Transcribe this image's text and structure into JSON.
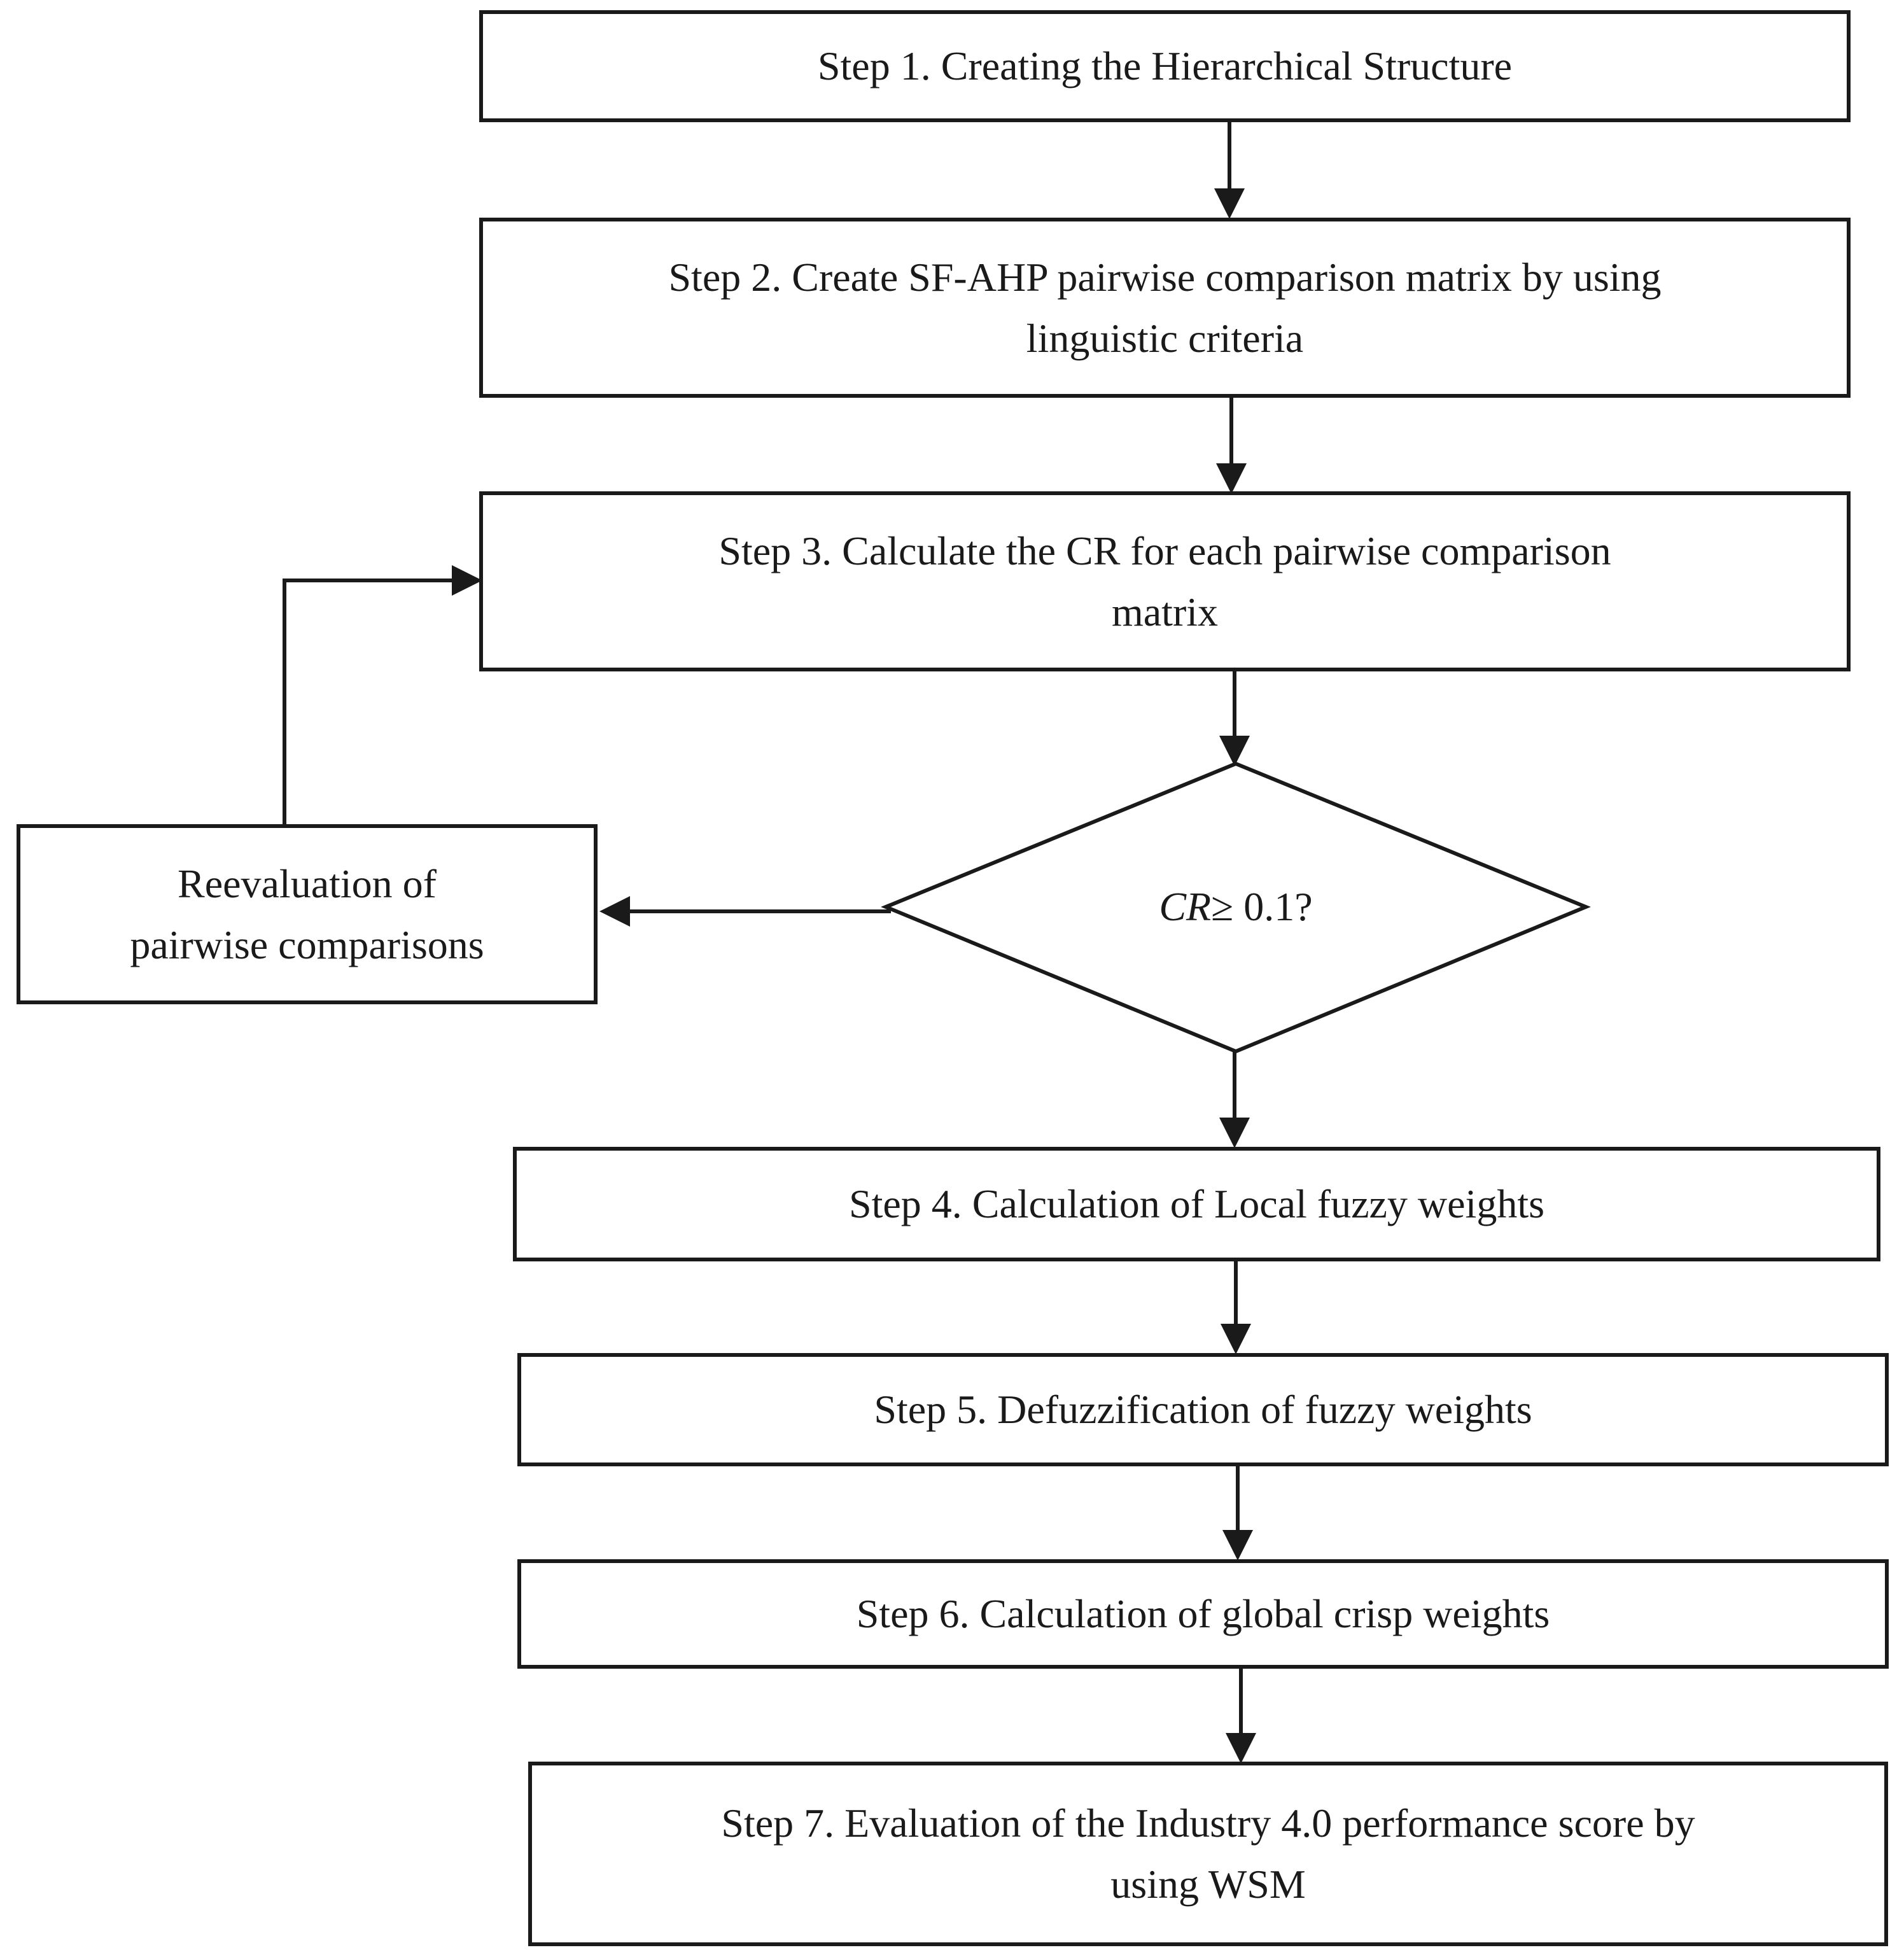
{
  "steps": [
    {
      "id": "step1",
      "text": "Step 1. Creating the Hierarchical Structure"
    },
    {
      "id": "step2",
      "text": "Step 2. Create SF-AHP pairwise comparison matrix by using\nlinguistic criteria"
    },
    {
      "id": "step3",
      "text": "Step 3. Calculate the CR for  each pairwise comparison\nmatrix"
    },
    {
      "id": "step4",
      "text": "Step 4. Calculation of Local  fuzzy weights"
    },
    {
      "id": "step5",
      "text": "Step 5. Defuzzification of  fuzzy weights"
    },
    {
      "id": "step6",
      "text": "Step 6. Calculation of global crisp weights"
    },
    {
      "id": "step7",
      "text": "Step 7. Evaluation of  the Industry  4.0 performance score by\nusing WSM"
    }
  ],
  "reevaluation": {
    "text": "Reevaluation of\npairwise comparisons"
  },
  "decision": {
    "variable": "CR",
    "condition": " ≥ 0.1?"
  },
  "line_color": "#1a1a1a"
}
